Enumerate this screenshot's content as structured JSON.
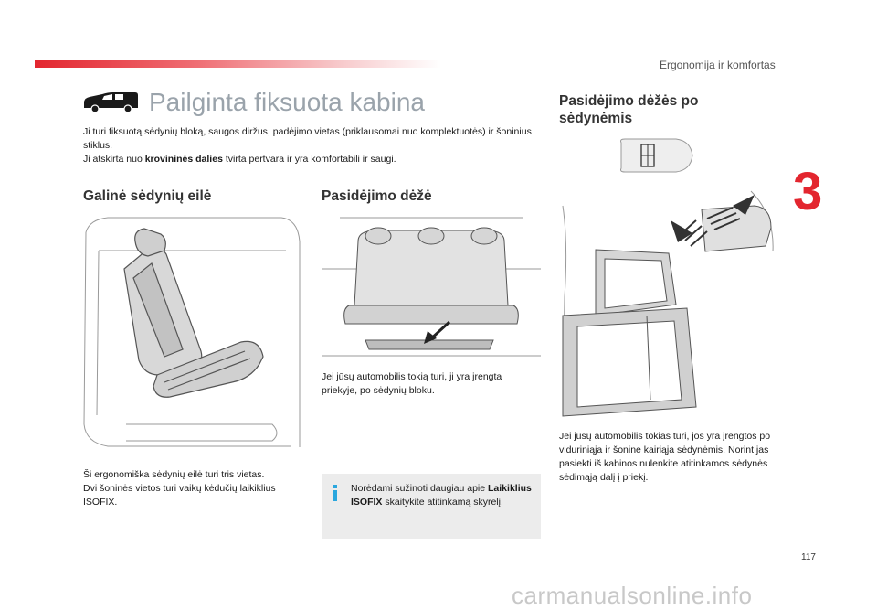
{
  "header": {
    "section_title": "Ergonomija ir komfortas",
    "chapter_number": "3"
  },
  "page": {
    "title": "Pailginta fiksuota kabina",
    "intro_line1": "Ji turi fiksuotą sėdynių bloką, saugos diržus, padėjimo vietas (priklausomai nuo komplektuotės) ir šoninius stiklus.",
    "intro_line2_pre": "Ji atskirta nuo ",
    "intro_line2_bold": "krovininės dalies",
    "intro_line2_post": " tvirta pertvara ir yra komfortabili ir saugi.",
    "page_number": "117"
  },
  "rear_seats": {
    "title": "Galinė sėdynių eilė",
    "text_line1": "Ši ergonomiška sėdynių eilė turi tris vietas.",
    "text_line2": "Dvi šoninės vietos turi vaikų kėdučių laikiklius ISOFIX."
  },
  "storage": {
    "title": "Pasidėjimo dėžė",
    "text": "Jei jūsų automobilis tokią turi, ji yra įrengta priekyje, po sėdynių bloku."
  },
  "under_seat": {
    "title_line1": "Pasidėjimo dėžės po",
    "title_line2": "sėdynėmis",
    "text": "Jei jūsų automobilis tokias turi, jos yra įrengtos po viduriniąja ir šonine kairiąja sėdynėmis. Norint jas pasiekti iš kabinos nulenkite atitinkamos sėdynės sėdimąją dalį į priekį."
  },
  "info": {
    "pre": "Norėdami sužinoti daugiau apie ",
    "bold": "Laikiklius ISOFIX",
    "post": " skaitykite atitinkamą skyrelį."
  },
  "watermark": "carmanualsonline.info",
  "colors": {
    "accent": "#e3262f",
    "title_gray": "#9aa3ab",
    "info_blue": "#2aa7de"
  }
}
